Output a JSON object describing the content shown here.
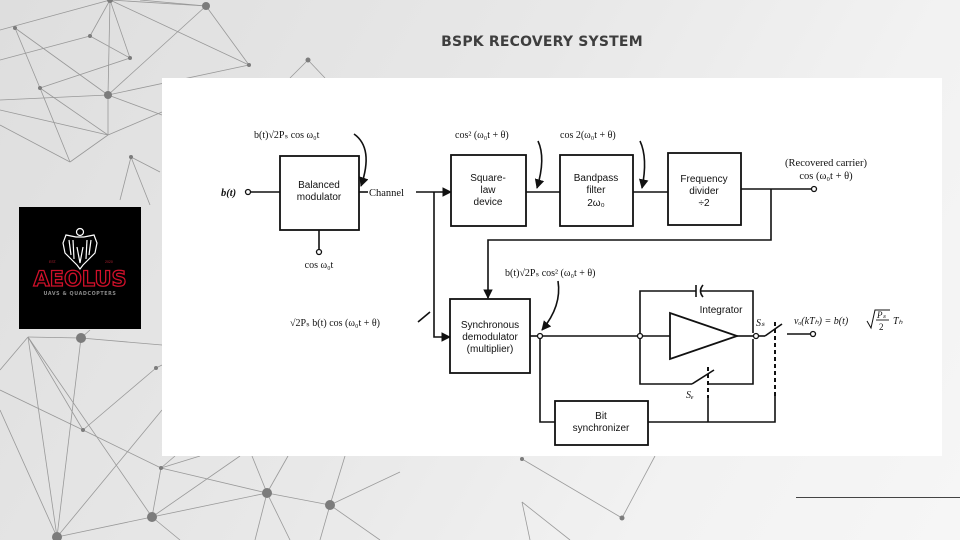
{
  "slide": {
    "title": "BSPK RECOVERY SYSTEM"
  },
  "logo": {
    "name": "AEOLUS",
    "tagline": "UAVS & QUADCOPTERS",
    "est_label": "EST.",
    "est_year": "2020",
    "icon": "eagle-icon",
    "colors": {
      "background": "#000000",
      "name": "#d0102a",
      "tagline": "#8a8a8a",
      "emblem": "#ffffff"
    }
  },
  "diagram": {
    "blocks": {
      "balanced_modulator": [
        "Balanced",
        "modulator"
      ],
      "square_law": [
        "Square-",
        "law",
        "device"
      ],
      "bandpass": [
        "Bandpass",
        "filter",
        "2ω₀"
      ],
      "freq_divider": [
        "Frequency",
        "divider",
        "÷2"
      ],
      "sync_demod": [
        "Synchronous",
        "demodulator",
        "(multiplier)"
      ],
      "integrator": "Integrator",
      "bit_sync": [
        "Bit",
        "synchronizer"
      ]
    },
    "labels": {
      "input_bt": "b(t)",
      "modulated_signal": "b(t)√2Pₛ cos ω₀t",
      "carrier_in": "cos ω₀t",
      "channel": "Channel",
      "squared": "cos² (ω₀t + θ)",
      "bandpassed": "cos 2(ω₀t + θ)",
      "recovered_title": "(Recovered carrier)",
      "recovered_expr": "cos (ω₀t + θ)",
      "received_signal": "√2Pₛ b(t) cos (ω₀t + θ)",
      "demod_output": "b(t)√2Pₛ cos² (ω₀t + θ)",
      "switch_sample": "Sₛ",
      "switch_clear": "Sₑ",
      "output_expr_lhs": "vₒ(kTₕ) = b(t)",
      "output_expr_frac_num": "Pₛ",
      "output_expr_frac_den": "2",
      "output_expr_tail": "Tₕ"
    }
  }
}
